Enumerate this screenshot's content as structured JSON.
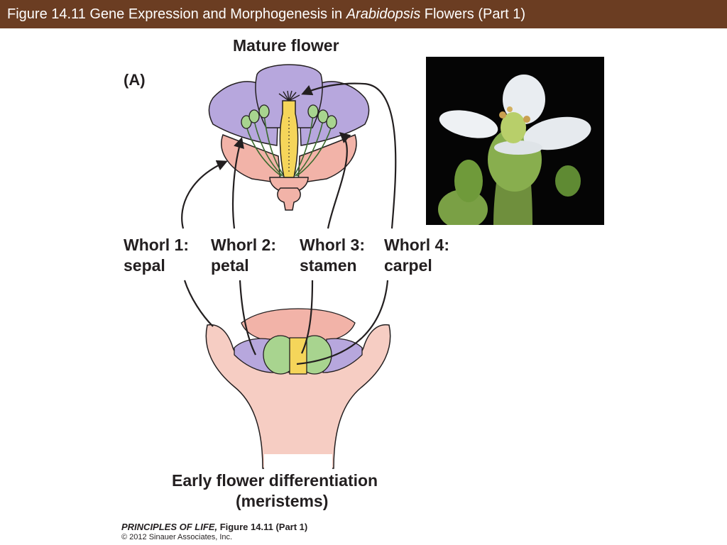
{
  "slide": {
    "title_prefix": "Figure 14.11  Gene Expression and Morphogenesis in ",
    "title_italic": "Arabidopsis",
    "title_suffix": " Flowers (Part 1)"
  },
  "diagram": {
    "panel_label": "(A)",
    "top_heading": "Mature flower",
    "bottom_heading_line1": "Early flower differentiation",
    "bottom_heading_line2": "(meristems)",
    "whorls": [
      {
        "name": "Whorl 1:",
        "organ": "sepal"
      },
      {
        "name": "Whorl 2:",
        "organ": "petal"
      },
      {
        "name": "Whorl 3:",
        "organ": "stamen"
      },
      {
        "name": "Whorl 4:",
        "organ": "carpel"
      }
    ],
    "colors": {
      "sepal": "#f2b3a8",
      "petal": "#b7a7dd",
      "stamen": "#a8d48f",
      "carpel": "#f5d55a",
      "stem": "#f6cdc3"
    }
  },
  "credits": {
    "book": "PRINCIPLES OF LIFE,",
    "figure": " Figure 14.11 (Part 1)",
    "copyright": "© 2012 Sinauer Associates, Inc."
  }
}
